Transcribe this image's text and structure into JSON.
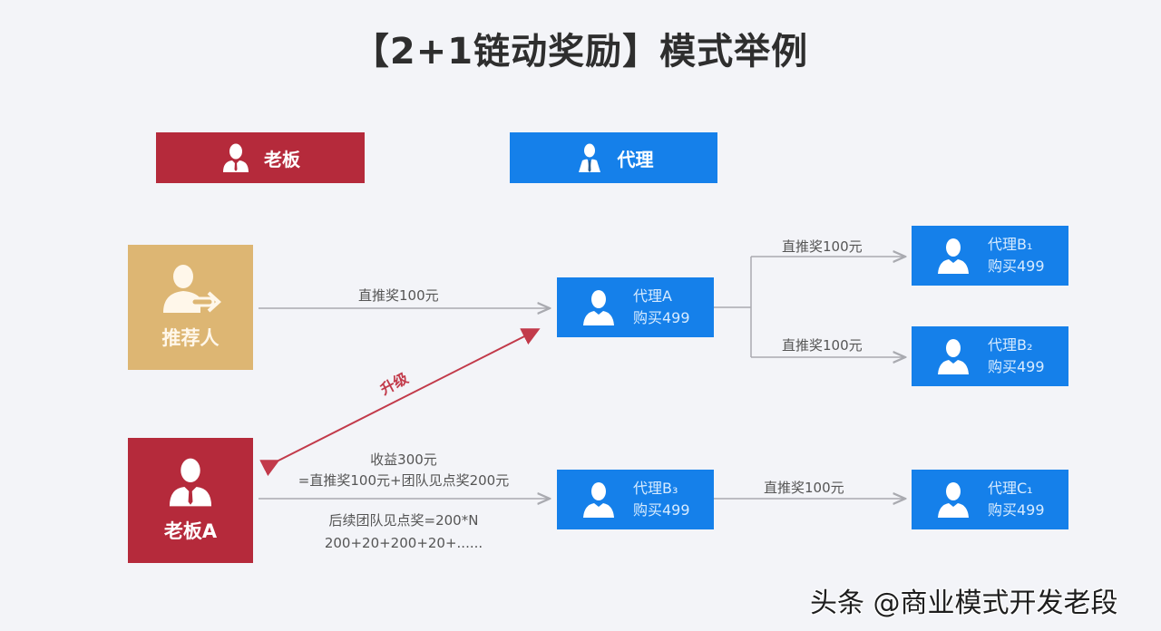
{
  "title": "【2+1链动奖励】模式举例",
  "legend": {
    "boss": {
      "label": "老板",
      "icon": "boss-icon",
      "color": "#b52a3b"
    },
    "agent": {
      "label": "代理",
      "icon": "agent-icon",
      "color": "#1580ea"
    }
  },
  "referrer": {
    "label": "推荐人",
    "icon": "user-referral-icon",
    "color": "#ddb673"
  },
  "bossA": {
    "label": "老板A",
    "icon": "boss-icon",
    "color": "#b52a3b"
  },
  "nodes": {
    "agentA": {
      "name": "代理A",
      "purchase": "购买499"
    },
    "agentB1": {
      "name": "代理B₁",
      "purchase": "购买499"
    },
    "agentB2": {
      "name": "代理B₂",
      "purchase": "购买499"
    },
    "agentB3": {
      "name": "代理B₃",
      "purchase": "购买499"
    },
    "agentC1": {
      "name": "代理C₁",
      "purchase": "购买499"
    }
  },
  "edges": {
    "referrer_to_A": "直推奖100元",
    "A_to_B1": "直推奖100元",
    "A_to_B2": "直推奖100元",
    "B3_to_C1": "直推奖100元",
    "upgrade": "升级",
    "bossA_income_line1": "收益300元",
    "bossA_income_line2": "=直推奖100元+团队见点奖200元",
    "bossA_followup_line1": "后续团队见点奖=200*N",
    "bossA_followup_line2": "200+20+200+20+......"
  },
  "watermark": "头条 @商业模式开发老段",
  "colors": {
    "line": "#a9aab0",
    "upgrade_arrow": "#c23a4a",
    "background": "#f3f4f8"
  }
}
